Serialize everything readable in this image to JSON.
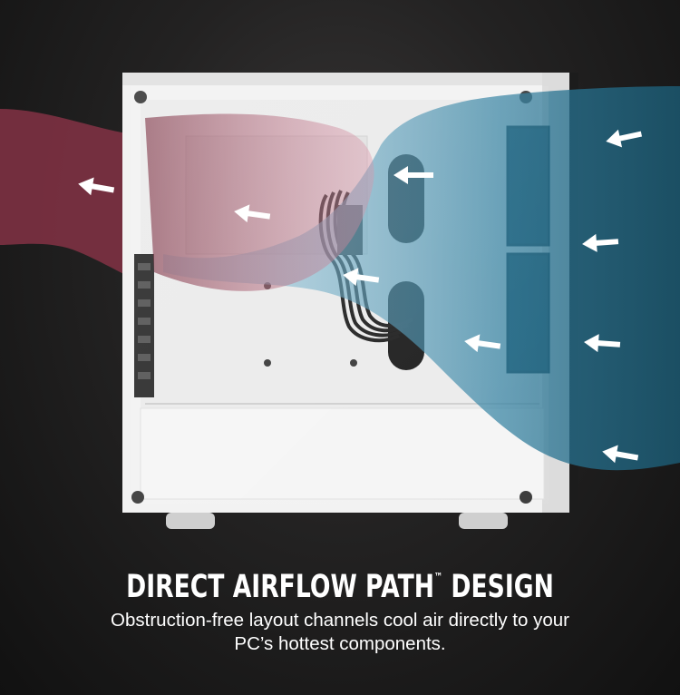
{
  "headline": {
    "part1": "DIRECT AIRFLOW PATH",
    "trademark": "™",
    "part2": " DESIGN"
  },
  "subline": {
    "line1": "Obstruction-free layout channels cool air directly to your",
    "line2": "PC’s hottest components."
  },
  "colors": {
    "intake_air": "#1e5d76",
    "exhaust_air": "#8a3a4c",
    "case_body": "#f2f2f2",
    "text": "#ffffff"
  }
}
